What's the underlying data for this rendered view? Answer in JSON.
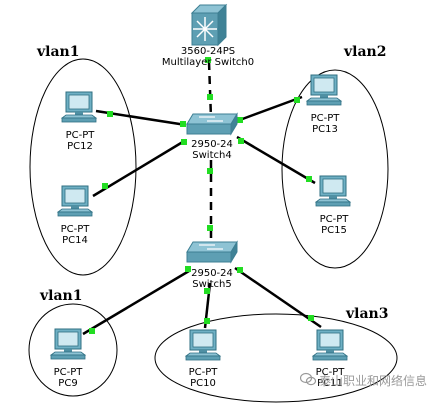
{
  "vlans": [
    {
      "id": "vlan-group-1",
      "label": "vlan1"
    },
    {
      "id": "vlan-group-2",
      "label": "vlan2"
    },
    {
      "id": "vlan-group-3",
      "label": "vlan1"
    },
    {
      "id": "vlan-group-4",
      "label": "vlan3"
    }
  ],
  "devices": {
    "ml_switch": {
      "model": "3560-24PS",
      "name": "Multilayer Switch0"
    },
    "switch4": {
      "model": "2950-24",
      "name": "Switch4"
    },
    "switch5": {
      "model": "2950-24",
      "name": "Switch5"
    },
    "pc12": {
      "model": "PC-PT",
      "name": "PC12"
    },
    "pc14": {
      "model": "PC-PT",
      "name": "PC14"
    },
    "pc13": {
      "model": "PC-PT",
      "name": "PC13"
    },
    "pc15": {
      "model": "PC-PT",
      "name": "PC15"
    },
    "pc9": {
      "model": "PC-PT",
      "name": "PC9"
    },
    "pc10": {
      "model": "PC-PT",
      "name": "PC10"
    },
    "pc11": {
      "model": "PC-PT",
      "name": "PC11"
    }
  },
  "watermark": {
    "text": "泰山职业和网络信息"
  },
  "colors": {
    "link_up": "#22dd22",
    "link": "#000000",
    "switch_body": "#5e9fb3"
  }
}
